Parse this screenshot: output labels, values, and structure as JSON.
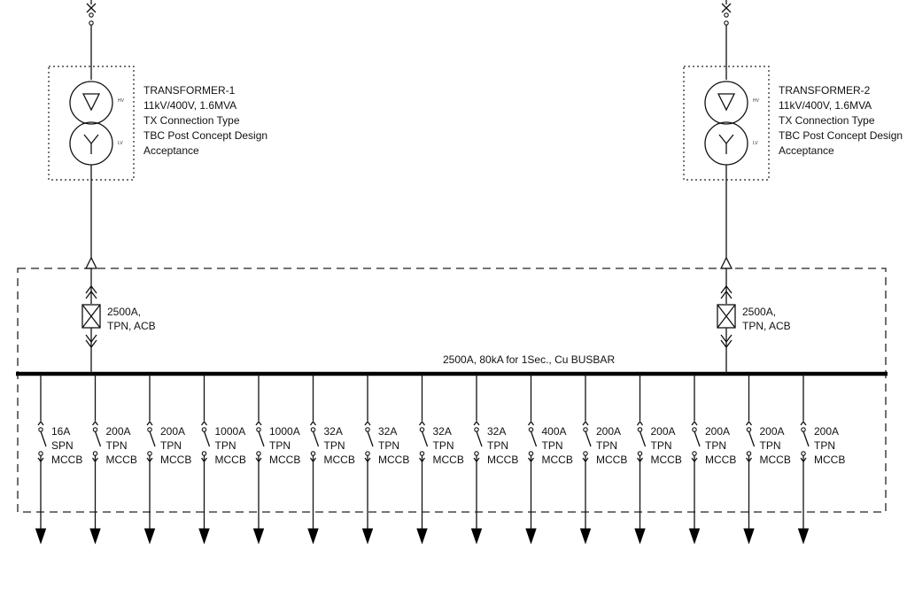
{
  "transformers": [
    {
      "lines": [
        "TRANSFORMER-1",
        "11kV/400V, 1.6MVA",
        "TX Connection Type",
        "TBC Post Concept Design",
        "Acceptance"
      ],
      "hv_tag": "HV",
      "lv_tag": "LV"
    },
    {
      "lines": [
        "TRANSFORMER-2",
        "11kV/400V, 1.6MVA",
        "TX Connection Type",
        "TBC Post Concept Design",
        "Acceptance"
      ],
      "hv_tag": "HV",
      "lv_tag": "LV"
    }
  ],
  "incomers": [
    {
      "rating": "2500A,",
      "type": "TPN, ACB"
    },
    {
      "rating": "2500A,",
      "type": "TPN, ACB"
    }
  ],
  "busbar": {
    "label": "2500A, 80kA for 1Sec., Cu BUSBAR"
  },
  "feeders": [
    {
      "rating": "16A",
      "poles": "SPN",
      "device": "MCCB"
    },
    {
      "rating": "200A",
      "poles": "TPN",
      "device": "MCCB"
    },
    {
      "rating": "200A",
      "poles": "TPN",
      "device": "MCCB"
    },
    {
      "rating": "1000A",
      "poles": "TPN",
      "device": "MCCB"
    },
    {
      "rating": "1000A",
      "poles": "TPN",
      "device": "MCCB"
    },
    {
      "rating": "32A",
      "poles": "TPN",
      "device": "MCCB"
    },
    {
      "rating": "32A",
      "poles": "TPN",
      "device": "MCCB"
    },
    {
      "rating": "32A",
      "poles": "TPN",
      "device": "MCCB"
    },
    {
      "rating": "32A",
      "poles": "TPN",
      "device": "MCCB"
    },
    {
      "rating": "400A",
      "poles": "TPN",
      "device": "MCCB"
    },
    {
      "rating": "200A",
      "poles": "TPN",
      "device": "MCCB"
    },
    {
      "rating": "200A",
      "poles": "TPN",
      "device": "MCCB"
    },
    {
      "rating": "200A",
      "poles": "TPN",
      "device": "MCCB"
    },
    {
      "rating": "200A",
      "poles": "TPN",
      "device": "MCCB"
    },
    {
      "rating": "200A",
      "poles": "TPN",
      "device": "MCCB"
    }
  ]
}
